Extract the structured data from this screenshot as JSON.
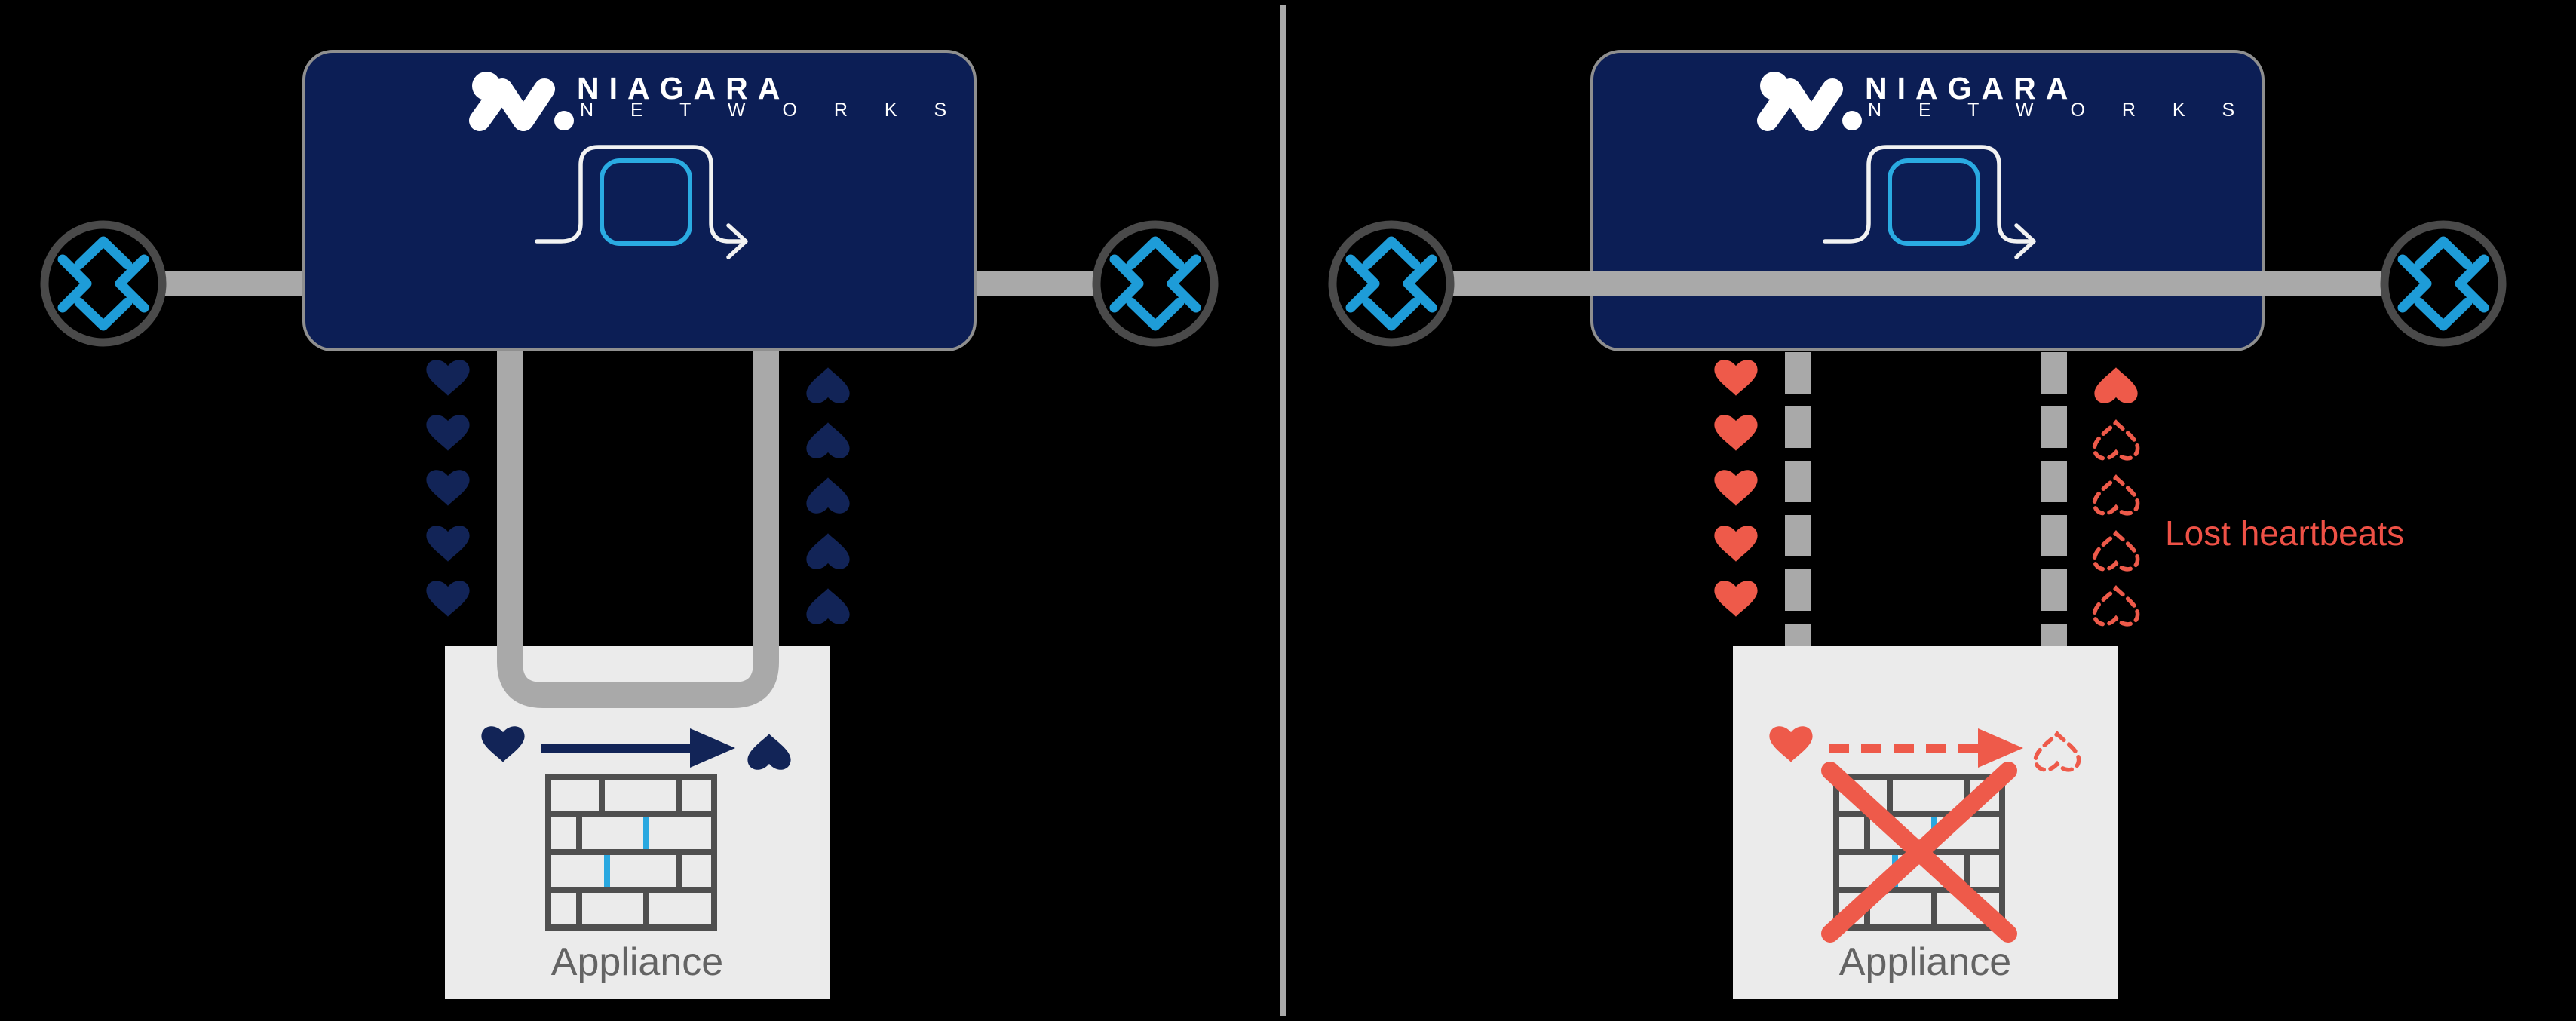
{
  "left_panel": {
    "brand_name": "NIAGARA",
    "brand_sub": "N E T W O R K S",
    "appliance_label": "Appliance",
    "heartbeats_sent": 5,
    "heartbeats_returned": 5
  },
  "right_panel": {
    "brand_name": "NIAGARA",
    "brand_sub": "N E T W O R K S",
    "appliance_label": "Appliance",
    "lost_heartbeats_label": "Lost heartbeats",
    "heartbeats_sent": 5,
    "heartbeats_returned": 1,
    "heartbeats_lost": 4
  },
  "colors": {
    "background": "#000000",
    "device_navy": "#0c1e55",
    "device_border": "#8f8f8f",
    "pipe_gray": "#a9a9a9",
    "heart_navy": "#122457",
    "alert_red": "#ee5a4a",
    "router_ring": "#4a4a4a",
    "chevron_blue": "#1e9cd8",
    "bypass_blue": "#2aabe2",
    "appliance_bg": "#ebebeb",
    "label_gray": "#636363",
    "firewall_stroke": "#4f4f4f",
    "firewall_accent_blue": "#29a8e0"
  }
}
